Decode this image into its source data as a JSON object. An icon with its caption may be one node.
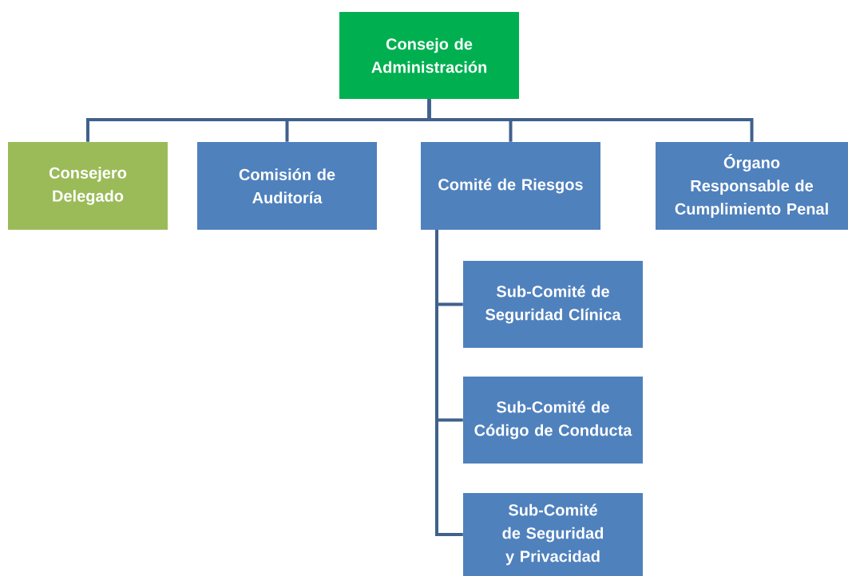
{
  "diagram": {
    "nodes": [
      {
        "text": [
          "Consejo de Administración"
        ]
      },
      {
        "text": [
          "Consejero Delegado"
        ]
      },
      {
        "text": [
          "Comisión de Auditoría"
        ]
      },
      {
        "text": [
          "Comité de Riesgos"
        ]
      },
      {
        "text": [
          "Órgano Responsable de Cumplimiento Penal"
        ]
      },
      {
        "text": [
          "Sub-Comité de Seguridad Clínica"
        ]
      },
      {
        "text": [
          "Sub-Comité de Código de Conducta"
        ]
      },
      {
        "text": [
          "Sub-Comité de Seguridad y Privacidad"
        ]
      }
    ],
    "edges": [
      {
        "from": 0,
        "to": 1,
        "arrow": "none"
      },
      {
        "from": 0,
        "to": 2,
        "arrow": "none"
      },
      {
        "from": 0,
        "to": 3,
        "arrow": "none"
      },
      {
        "from": 0,
        "to": 4,
        "arrow": "none"
      },
      {
        "from": 3,
        "to": 5,
        "arrow": "none"
      },
      {
        "from": 3,
        "to": 6,
        "arrow": "none"
      },
      {
        "from": 3,
        "to": 7,
        "arrow": "none"
      }
    ]
  }
}
